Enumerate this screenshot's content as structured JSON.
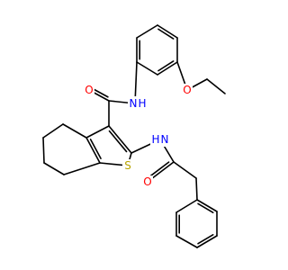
{
  "atoms": {
    "amide_n": {
      "label": "N",
      "h_label": "H",
      "color": "#0000ff"
    },
    "amide_o": {
      "label": "O",
      "color": "#ff0000"
    },
    "ether_o": {
      "label": "O",
      "color": "#ff0000"
    },
    "thiophene_s": {
      "label": "S",
      "color": "#b8a400"
    },
    "acyl_nh": {
      "label": "N",
      "h_label": "H",
      "color": "#0000ff"
    },
    "acyl_o": {
      "label": "O",
      "color": "#ff0000"
    }
  }
}
